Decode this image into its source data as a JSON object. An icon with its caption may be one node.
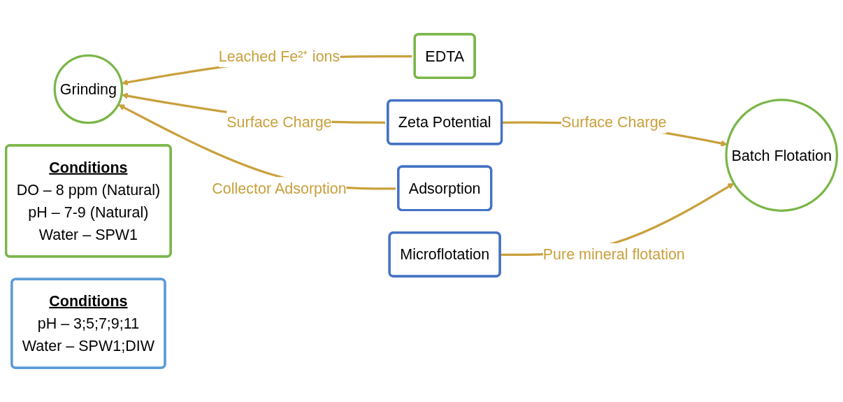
{
  "diagram": {
    "nodes": [
      {
        "text": [
          "EDTA"
        ]
      },
      {
        "text": [
          "Grinding"
        ]
      },
      {
        "text": [
          "Zeta Potential"
        ]
      },
      {
        "text": [
          "Batch Flotation"
        ]
      },
      {
        "text": [
          "Adsorption"
        ]
      },
      {
        "text": [
          "Conditions",
          "DO – 8 ppm (Natural)",
          "pH – 7-9 (Natural)",
          "Water – SPW1"
        ]
      },
      {
        "text": [
          "Microflotation"
        ]
      },
      {
        "text": [
          "Conditions",
          "pH – 3;5;7;9;11",
          "Water – SPW1;DIW"
        ]
      }
    ],
    "edges": [
      {
        "from": 0,
        "to": 1,
        "arrow": "to",
        "label": "Leached Fe²⁺ ions"
      },
      {
        "from": 2,
        "to": 1,
        "arrow": "to",
        "label": "Surface Charge"
      },
      {
        "from": 2,
        "to": 3,
        "arrow": "to",
        "label": "Surface Charge"
      },
      {
        "from": 4,
        "to": 1,
        "arrow": "to",
        "label": "Collector Adsorption"
      },
      {
        "from": 6,
        "to": 3,
        "arrow": "to",
        "label": "Pure mineral flotation"
      }
    ]
  }
}
